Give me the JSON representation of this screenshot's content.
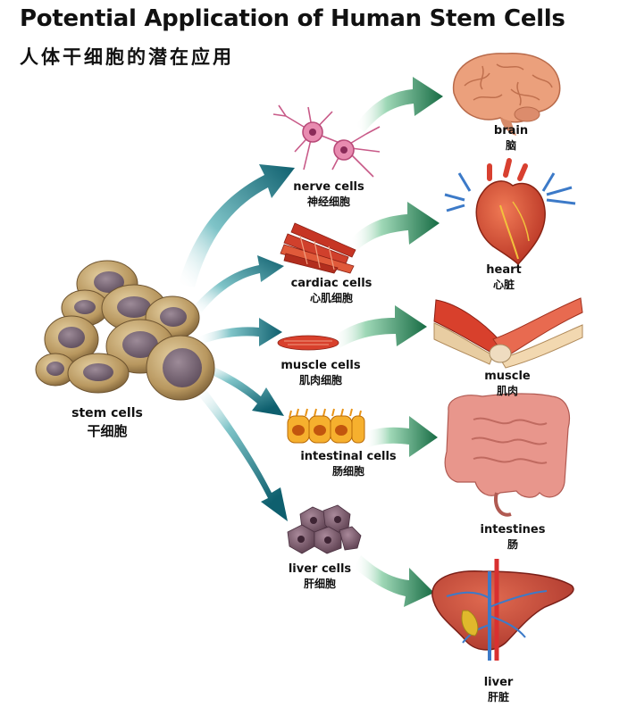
{
  "title": "Potential Application of Human Stem Cells",
  "subtitle": "人体干细胞的潜在应用",
  "source": {
    "en": "stem cells",
    "zh": "干细胞"
  },
  "cells": [
    {
      "en": "nerve cells",
      "zh": "神经细胞"
    },
    {
      "en": "cardiac cells",
      "zh": "心肌细胞"
    },
    {
      "en": "muscle cells",
      "zh": "肌肉细胞"
    },
    {
      "en": "intestinal cells",
      "zh": "肠细胞"
    },
    {
      "en": "liver cells",
      "zh": "肝细胞"
    }
  ],
  "organs": [
    {
      "en": "brain",
      "zh": "脑"
    },
    {
      "en": "heart",
      "zh": "心脏"
    },
    {
      "en": "muscle",
      "zh": "肌肉"
    },
    {
      "en": "intestines",
      "zh": "肠"
    },
    {
      "en": "liver",
      "zh": "肝脏"
    }
  ],
  "colors": {
    "arrow_teal": "#0e6f7a",
    "arrow_green": "#1f7a4e",
    "stem_cell": "#b79766",
    "stem_nucleus": "#7d6a78",
    "nerve": "#d86a98",
    "cardiac": "#cc3322",
    "intestinal": "#f4a623",
    "liver_cell": "#7a5a6a",
    "organ_red": "#c8443a",
    "brain": "#e9a07a",
    "intestine": "#e8968c"
  },
  "icons": [
    "stem-cell-cluster",
    "nerve-cell-icon",
    "cardiac-cell-icon",
    "muscle-cell-icon",
    "intestinal-cell-icon",
    "liver-cell-icon",
    "brain-icon",
    "heart-icon",
    "muscle-organ-icon",
    "intestines-icon",
    "liver-organ-icon"
  ]
}
